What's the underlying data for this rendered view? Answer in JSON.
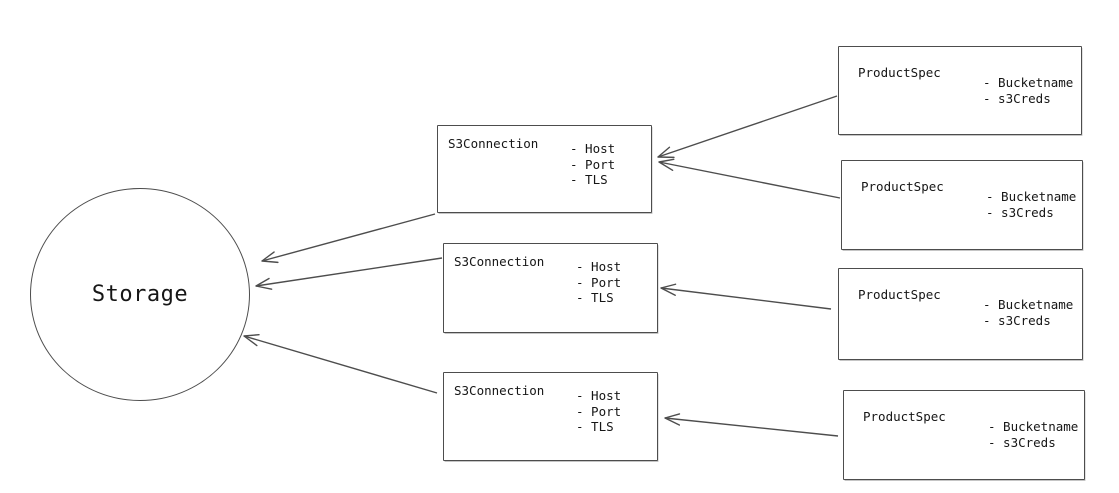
{
  "canvas": {
    "background": "#ffffff",
    "stroke_color": "#4d4d4d",
    "text_color": "#161616"
  },
  "storage": {
    "label": "Storage"
  },
  "s3_connections": [
    {
      "label": "S3Connection",
      "attributes": [
        "- Host",
        "- Port",
        "- TLS"
      ]
    },
    {
      "label": "S3Connection",
      "attributes": [
        "- Host",
        "- Port",
        "- TLS"
      ]
    },
    {
      "label": "S3Connection",
      "attributes": [
        "- Host",
        "- Port",
        "- TLS"
      ]
    }
  ],
  "product_specs": [
    {
      "label": "ProductSpec",
      "attributes": [
        "- Bucketname",
        "- s3Creds"
      ]
    },
    {
      "label": "ProductSpec",
      "attributes": [
        "- Bucketname",
        "- s3Creds"
      ]
    },
    {
      "label": "ProductSpec",
      "attributes": [
        "- Bucketname",
        "- s3Creds"
      ]
    },
    {
      "label": "ProductSpec",
      "attributes": [
        "- Bucketname",
        "- s3Creds"
      ]
    }
  ]
}
